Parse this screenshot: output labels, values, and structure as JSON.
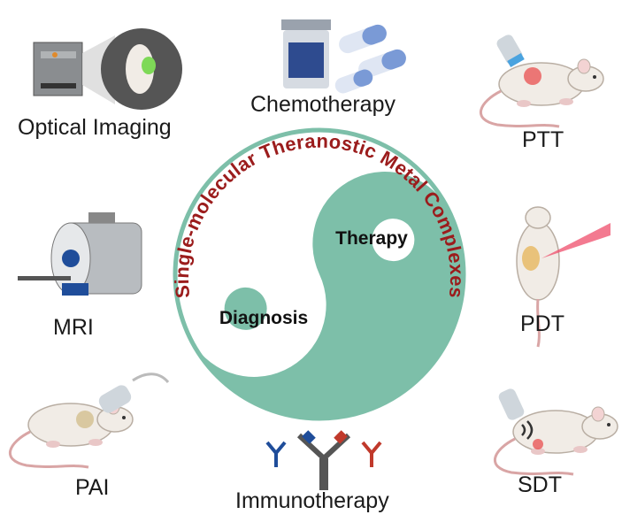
{
  "title": "Single-molecular Theranostic Metal Complexes",
  "center": {
    "therapy": "Therapy",
    "diagnosis": "Diagnosis"
  },
  "labels": {
    "optical": "Optical Imaging",
    "chemo": "Chemotherapy",
    "ptt": "PTT",
    "mri": "MRI",
    "pdt": "PDT",
    "pai": "PAI",
    "immuno": "Immunotherapy",
    "sdt": "SDT"
  },
  "colors": {
    "teal": "#7dbfa9",
    "red": "#9b1c1c"
  }
}
